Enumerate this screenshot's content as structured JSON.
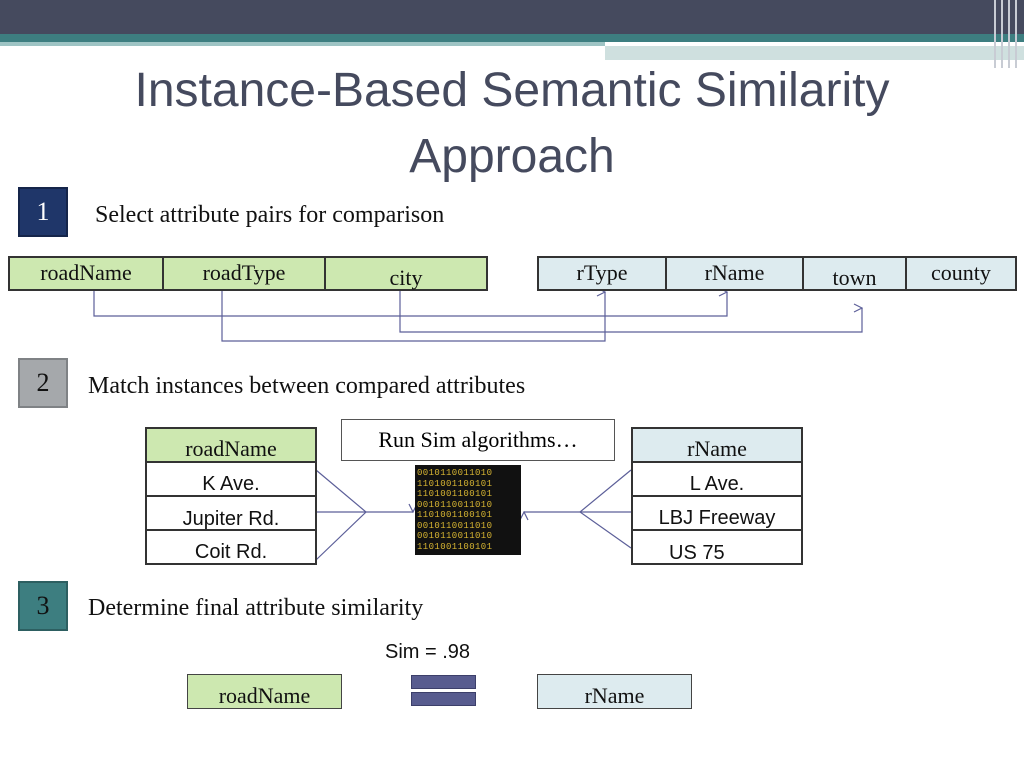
{
  "title": "Instance-Based Semantic Similarity Approach",
  "colors": {
    "header": "#454a5e",
    "teal": "#3d7e80",
    "green_cell": "#cde8b0",
    "blue_cell": "#ddebef",
    "step1": "#1f3669",
    "step2": "#a5a8ab",
    "step3": "#3d7e80",
    "arrow": "#5c5f99",
    "equals": "#585c8f"
  },
  "steps": [
    {
      "number": "1",
      "text": "Select attribute pairs for comparison"
    },
    {
      "number": "2",
      "text": "Match instances between compared attributes"
    },
    {
      "number": "3",
      "text": "Determine final attribute similarity"
    }
  ],
  "source_attributes": [
    "roadName",
    "roadType",
    "city"
  ],
  "target_attributes": [
    "rType",
    "rName",
    "town",
    "county"
  ],
  "match_left": {
    "header": "roadName",
    "values": [
      "K Ave.",
      "Jupiter Rd.",
      "Coit Rd."
    ]
  },
  "match_right": {
    "header": "rName",
    "values": [
      "L Ave.",
      "LBJ Freeway",
      "US 75"
    ]
  },
  "algorithm_box": "Run Sim algorithms…",
  "binary_lines": [
    "0010110011010",
    "1101001100101",
    "1101001100101",
    "0010110011010",
    "1101001100101",
    "0010110011010",
    "0010110011010",
    "1101001100101"
  ],
  "result": {
    "sim_label": "Sim = .98",
    "left": "roadName",
    "right": "rName"
  }
}
